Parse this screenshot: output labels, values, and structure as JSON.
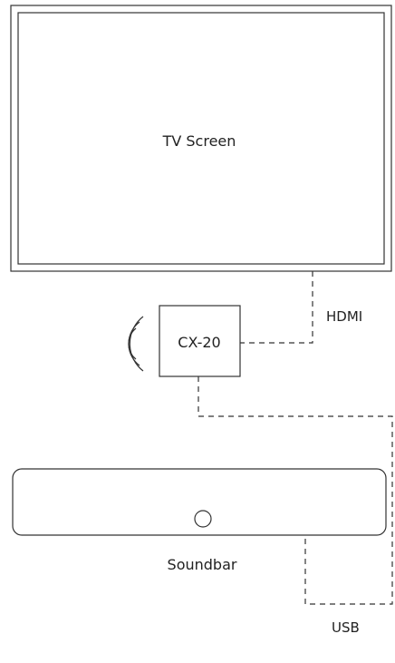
{
  "tv": {
    "label": "TV Screen"
  },
  "device": {
    "label": "CX-20",
    "wireless_icon": "wireless-waves-icon"
  },
  "soundbar": {
    "label": "Soundbar",
    "button_icon": "circle-button-icon"
  },
  "connections": {
    "hdmi_label": "HDMI",
    "usb_label": "USB"
  },
  "colors": {
    "stroke": "#333333",
    "text": "#222222",
    "background": "#ffffff"
  }
}
